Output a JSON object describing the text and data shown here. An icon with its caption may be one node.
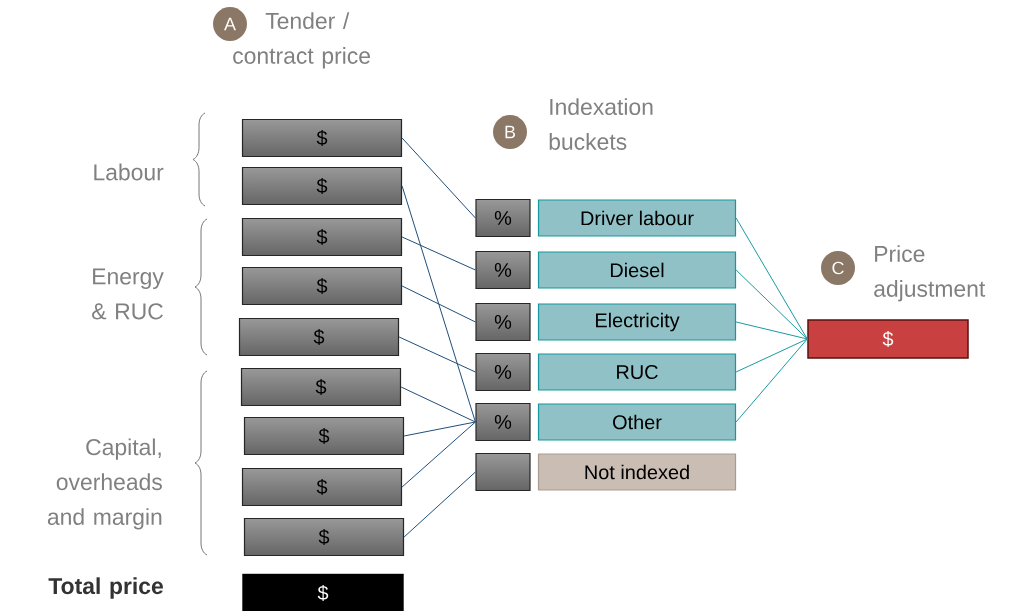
{
  "diagram": {
    "nodes": [
      {
        "text": [
          "A"
        ],
        "beside": [
          "Tender / contract price"
        ]
      },
      {
        "text": [
          "$"
        ]
      },
      {
        "text": [
          "$"
        ]
      },
      {
        "text": [
          "$"
        ]
      },
      {
        "text": [
          "$"
        ]
      },
      {
        "text": [
          "$"
        ]
      },
      {
        "text": [
          "$"
        ]
      },
      {
        "text": [
          "$"
        ]
      },
      {
        "text": [
          "$"
        ]
      },
      {
        "text": [
          "$"
        ]
      },
      {
        "text": [
          "$"
        ],
        "beside": [
          "Total price"
        ]
      },
      {
        "text": [
          "B"
        ],
        "beside": [
          "Indexation buckets"
        ]
      },
      {
        "text": [
          "%"
        ]
      },
      {
        "text": [
          "%"
        ]
      },
      {
        "text": [
          "%"
        ]
      },
      {
        "text": [
          "%"
        ]
      },
      {
        "text": [
          "%"
        ]
      },
      {
        "text": [],
        "shape": "box"
      },
      {
        "text": [
          "Driver labour"
        ]
      },
      {
        "text": [
          "Diesel"
        ]
      },
      {
        "text": [
          "Electricity"
        ]
      },
      {
        "text": [
          "RUC"
        ]
      },
      {
        "text": [
          "Other"
        ]
      },
      {
        "text": [
          "Not indexed"
        ]
      },
      {
        "text": [
          "C"
        ],
        "beside": [
          "Price adjustment"
        ]
      },
      {
        "text": [
          "$"
        ]
      }
    ],
    "edges": [
      {
        "from": 1,
        "to": 12,
        "arrow": "none"
      },
      {
        "from": 2,
        "to": 16,
        "arrow": "none"
      },
      {
        "from": 3,
        "to": 13,
        "arrow": "none"
      },
      {
        "from": 4,
        "to": 14,
        "arrow": "none"
      },
      {
        "from": 5,
        "to": 15,
        "arrow": "none"
      },
      {
        "from": 6,
        "to": 16,
        "arrow": "none"
      },
      {
        "from": 7,
        "to": 16,
        "arrow": "none"
      },
      {
        "from": 8,
        "to": 16,
        "arrow": "none"
      },
      {
        "from": 9,
        "to": 17,
        "arrow": "none"
      },
      {
        "from": 18,
        "to": 25,
        "arrow": "none",
        "color": "#1a9aa0"
      },
      {
        "from": 19,
        "to": 25,
        "arrow": "none",
        "color": "#1a9aa0"
      },
      {
        "from": 20,
        "to": 25,
        "arrow": "none",
        "color": "#1a9aa0"
      },
      {
        "from": 21,
        "to": 25,
        "arrow": "none",
        "color": "#1a9aa0"
      },
      {
        "from": 22,
        "to": 25,
        "arrow": "none",
        "color": "#1a9aa0"
      }
    ],
    "labels": [
      "Labour",
      "Energy & RUC",
      "Capital, overheads and margin"
    ]
  }
}
